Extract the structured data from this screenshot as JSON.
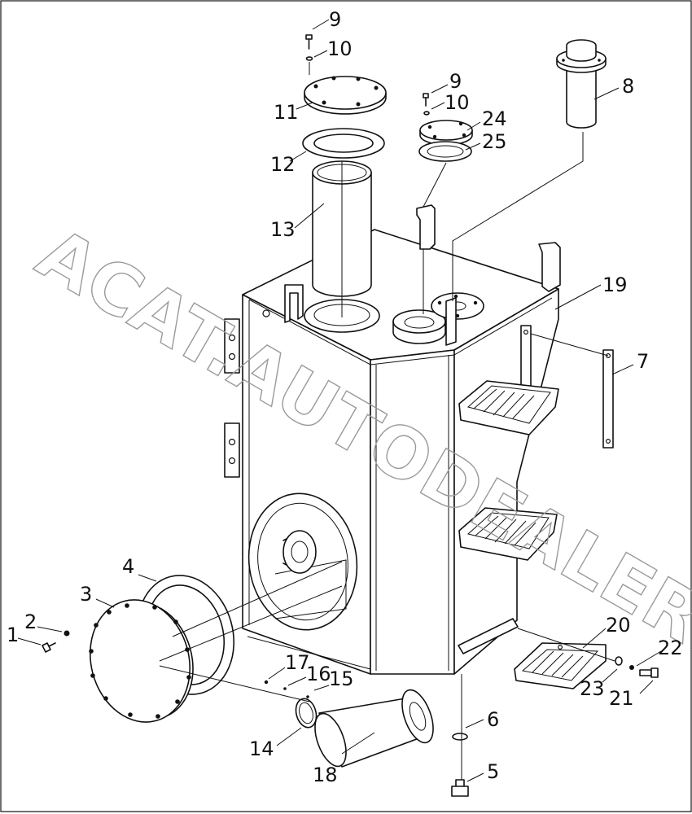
{
  "watermark": "ACAT.AUTODEALER.RU",
  "callouts": [
    {
      "id": "1",
      "label": "1"
    },
    {
      "id": "2",
      "label": "2"
    },
    {
      "id": "3",
      "label": "3"
    },
    {
      "id": "4",
      "label": "4"
    },
    {
      "id": "5",
      "label": "5"
    },
    {
      "id": "6",
      "label": "6"
    },
    {
      "id": "7",
      "label": "7"
    },
    {
      "id": "8",
      "label": "8"
    },
    {
      "id": "9a",
      "label": "9"
    },
    {
      "id": "10a",
      "label": "10"
    },
    {
      "id": "9b",
      "label": "9"
    },
    {
      "id": "10b",
      "label": "10"
    },
    {
      "id": "11",
      "label": "11"
    },
    {
      "id": "12",
      "label": "12"
    },
    {
      "id": "13",
      "label": "13"
    },
    {
      "id": "14",
      "label": "14"
    },
    {
      "id": "15",
      "label": "15"
    },
    {
      "id": "16",
      "label": "16"
    },
    {
      "id": "17",
      "label": "17"
    },
    {
      "id": "18",
      "label": "18"
    },
    {
      "id": "19",
      "label": "19"
    },
    {
      "id": "20",
      "label": "20"
    },
    {
      "id": "21",
      "label": "21"
    },
    {
      "id": "22",
      "label": "22"
    },
    {
      "id": "23",
      "label": "23"
    },
    {
      "id": "24",
      "label": "24"
    },
    {
      "id": "25",
      "label": "25"
    }
  ]
}
